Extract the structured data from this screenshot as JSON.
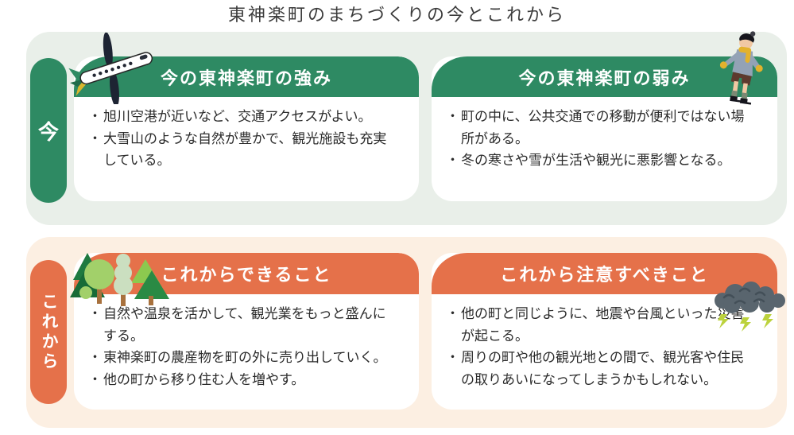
{
  "title": "東神楽町のまちづくりの今とこれから",
  "colors": {
    "green": "#2e8a63",
    "section_green_bg": "#e9efe9",
    "orange": "#e5714a",
    "section_peach_bg": "#fcefe2",
    "card_bg": "#ffffff",
    "header_text": "#ffffff",
    "body_text": "#2b2b2b"
  },
  "sections": [
    {
      "id": "now",
      "label": "今",
      "cards": [
        {
          "header": "今の東神楽町の強み",
          "icon": "airplane-icon",
          "bullets": [
            "旭川空港が近いなど、交通アクセスがよい。",
            "大雪山のような自然が豊かで、観光施設も充実している。"
          ]
        },
        {
          "header": "今の東神楽町の弱み",
          "icon": "ice-skater-icon",
          "bullets": [
            "町の中に、公共交通での移動が便利ではない場所がある。",
            "冬の寒さや雪が生活や観光に悪影響となる。"
          ]
        }
      ]
    },
    {
      "id": "future",
      "label": "これから",
      "cards": [
        {
          "header": "これからできること",
          "icon": "trees-icon",
          "bullets": [
            "自然や温泉を活かして、観光業をもっと盛んにする。",
            "東神楽町の農産物を町の外に売り出していく。",
            "他の町から移り住む人を増やす。"
          ]
        },
        {
          "header": "これから注意すべきこと",
          "icon": "storm-cloud-icon",
          "bullets": [
            "他の町と同じように、地震や台風といった災害が起こる。",
            "周りの町や他の観光地との間で、観光客や住民の取りあいになってしまうかもしれない。"
          ]
        }
      ]
    }
  ]
}
